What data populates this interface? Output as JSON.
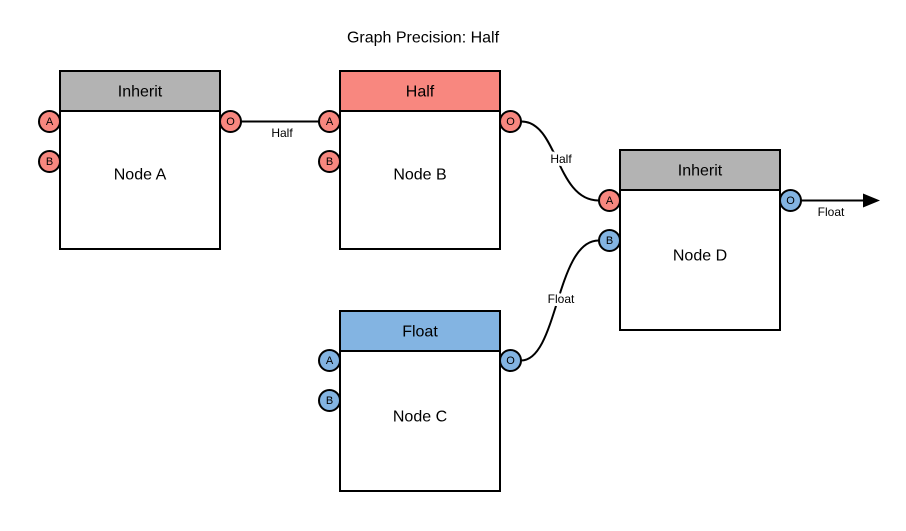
{
  "title": "Graph Precision: Half",
  "colors": {
    "salmon": "#F8877F",
    "blue": "#83B4E2",
    "gray": "#B3B3B3",
    "stroke": "#000000",
    "node_background": "#FFFFFF"
  },
  "nodes": [
    {
      "id": "A",
      "label": "Node A",
      "header_label": "Inherit",
      "header_color": "#B3B3B3",
      "ports": [
        {
          "label": "A",
          "color": "#F8877F"
        },
        {
          "label": "B",
          "color": "#F8877F"
        },
        {
          "label": "O",
          "color": "#F8877F"
        }
      ]
    },
    {
      "id": "B",
      "label": "Node B",
      "header_label": "Half",
      "header_color": "#F8877F",
      "ports": [
        {
          "label": "A",
          "color": "#F8877F"
        },
        {
          "label": "B",
          "color": "#F8877F"
        },
        {
          "label": "O",
          "color": "#F8877F"
        }
      ]
    },
    {
      "id": "C",
      "label": "Node C",
      "header_label": "Float",
      "header_color": "#83B4E2",
      "ports": [
        {
          "label": "A",
          "color": "#83B4E2"
        },
        {
          "label": "B",
          "color": "#83B4E2"
        },
        {
          "label": "O",
          "color": "#83B4E2"
        }
      ]
    },
    {
      "id": "D",
      "label": "Node D",
      "header_label": "Inherit",
      "header_color": "#B3B3B3",
      "ports": [
        {
          "label": "A",
          "color": "#F8877F"
        },
        {
          "label": "B",
          "color": "#83B4E2"
        },
        {
          "label": "O",
          "color": "#83B4E2"
        }
      ]
    }
  ],
  "edges": [
    {
      "from": "Node A port O",
      "to": "Node B port A",
      "label": "Half"
    },
    {
      "from": "Node B port O",
      "to": "Node D port A",
      "label": "Half"
    },
    {
      "from": "Node C port O",
      "to": "Node D port B",
      "label": "Float"
    },
    {
      "from": "Node D port O",
      "to": "graph output",
      "label": "Float"
    }
  ]
}
